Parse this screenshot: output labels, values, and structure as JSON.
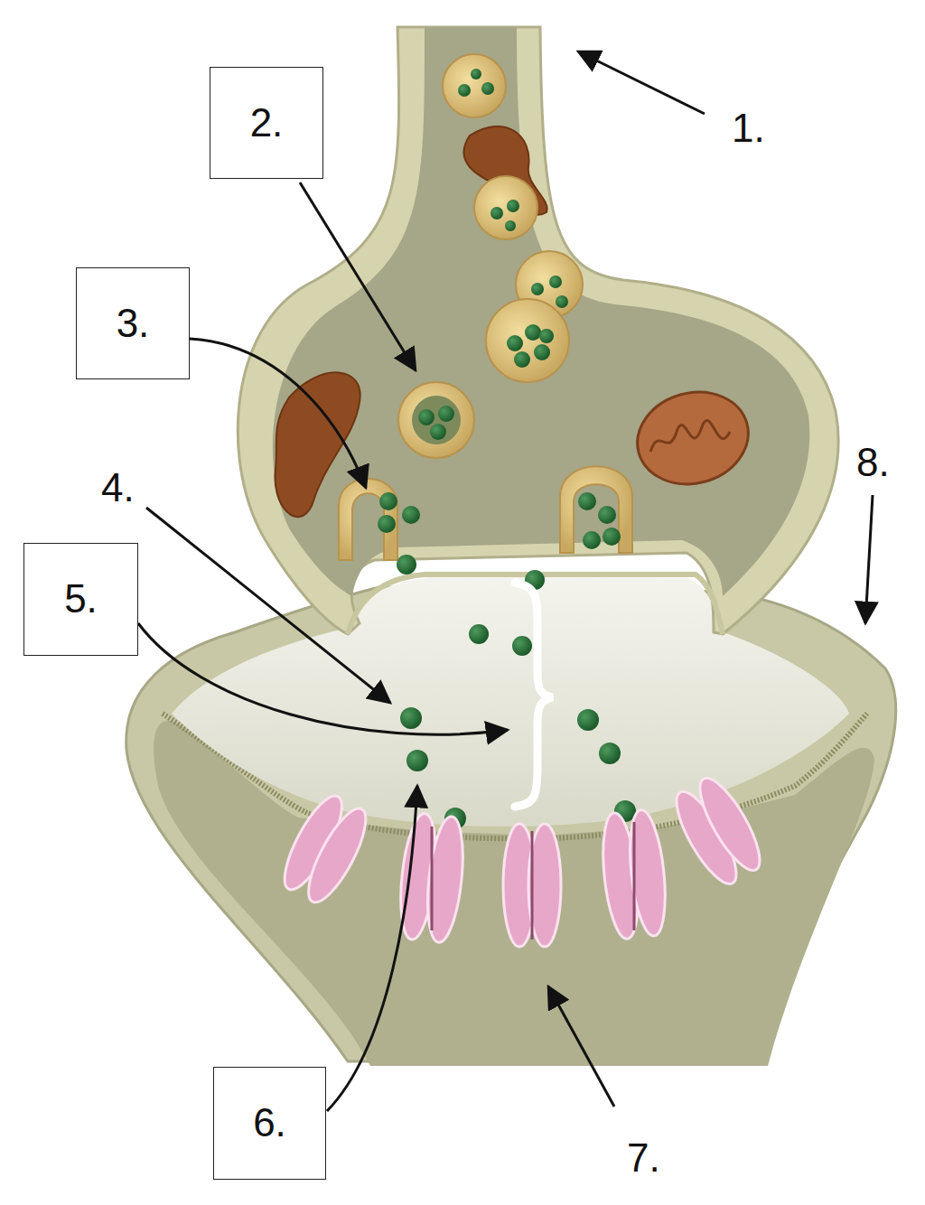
{
  "diagram": {
    "nodes": [
      {
        "text": [
          "2."
        ]
      },
      {
        "text": [
          "3."
        ]
      },
      {
        "text": [
          "5."
        ]
      },
      {
        "text": [
          "6."
        ]
      }
    ],
    "labels": [
      "1.",
      "4.",
      "7.",
      "8."
    ]
  }
}
